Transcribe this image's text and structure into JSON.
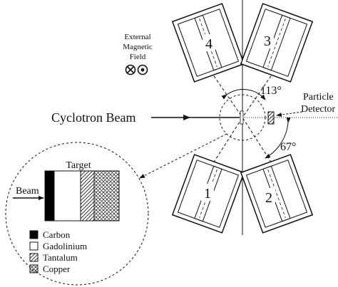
{
  "field": {
    "title_line1": "External",
    "title_line2": "Magnetic",
    "title_line3": "Field",
    "symbols": [
      "cross-in-circle-icon",
      "dot-in-circle-icon"
    ]
  },
  "beam": {
    "label": "Cyclotron  Beam"
  },
  "detectors": [
    {
      "number": "1"
    },
    {
      "number": "2"
    },
    {
      "number": "3"
    },
    {
      "number": "4"
    }
  ],
  "angles": {
    "large": "113°",
    "small": "67°"
  },
  "particle_detector": {
    "line1": "Particle",
    "line2": "Detector"
  },
  "inset": {
    "target_label": "Target",
    "beam_label": "Beam",
    "legend": [
      {
        "label": "Carbon",
        "fill": "#000000"
      },
      {
        "label": "Gadolinium",
        "fill": "#ffffff"
      },
      {
        "label": "Tantalum",
        "fill": "hatch"
      },
      {
        "label": "Copper",
        "fill": "crosshatch"
      }
    ]
  },
  "colors": {
    "ink": "#111111",
    "background": "#ffffff"
  }
}
